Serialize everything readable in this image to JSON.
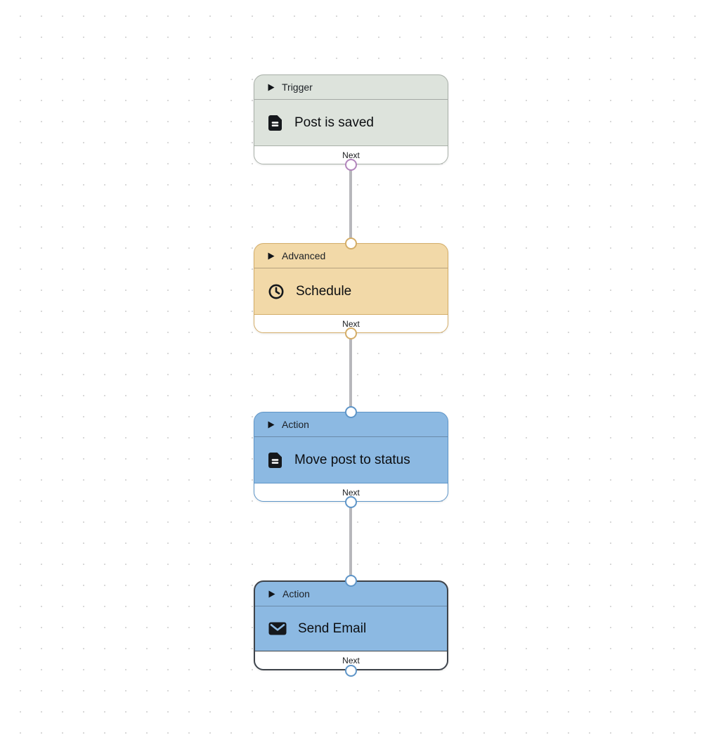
{
  "canvas": {
    "dot_color": "#d8d8d8",
    "edge_color": "#b7b7bb"
  },
  "nodes": [
    {
      "type_label": "Trigger",
      "title": "Post is saved",
      "footer_label": "Next",
      "icon": "document-icon",
      "selected": false,
      "colors": {
        "bg": "#dde3dc",
        "border": "#a9b0a9",
        "port": "#b285bc"
      }
    },
    {
      "type_label": "Advanced",
      "title": "Schedule",
      "footer_label": "Next",
      "icon": "clock-icon",
      "selected": false,
      "colors": {
        "bg": "#f2d9a8",
        "border": "#d4ad68",
        "port": "#d4ad68"
      }
    },
    {
      "type_label": "Action",
      "title": "Move post to status",
      "footer_label": "Next",
      "icon": "document-icon",
      "selected": false,
      "colors": {
        "bg": "#8cb9e2",
        "border": "#5e95c8",
        "port": "#5e95c8"
      }
    },
    {
      "type_label": "Action",
      "title": "Send Email",
      "footer_label": "Next",
      "icon": "envelope-icon",
      "selected": true,
      "colors": {
        "bg": "#8cb9e2",
        "border": "#3e434a",
        "port": "#5e95c8"
      }
    }
  ]
}
